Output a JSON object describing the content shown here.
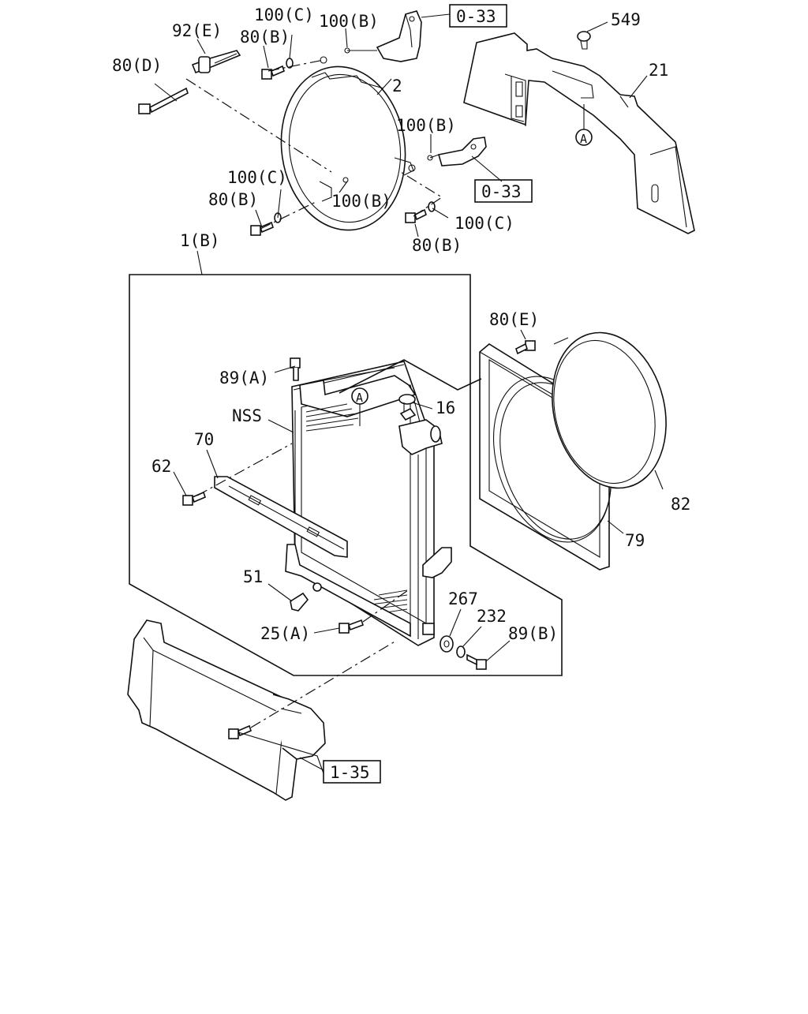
{
  "labels": {
    "p100c_top": "100(C)",
    "p92e": "92(E)",
    "p100b_top": "100(B)",
    "ref_033_top": "0-33",
    "p549": "549",
    "p80b_top": "80(B)",
    "p80d": "80(D)",
    "p2": "2",
    "p21": "21",
    "p100b_right": "100(B)",
    "callout_a_top": "A",
    "p100c_left": "100(C)",
    "ref_033_mid": "0-33",
    "p80b_left": "80(B)",
    "p100b_mid": "100(B)",
    "p100c_right": "100(C)",
    "p80b_bottom": "80(B)",
    "p1b": "1(B)",
    "p80e": "80(E)",
    "p89a": "89(A)",
    "callout_a_mid": "A",
    "p16": "16",
    "nss": "NSS",
    "p70": "70",
    "p62": "62",
    "p82": "82",
    "p79": "79",
    "p51": "51",
    "p267": "267",
    "p232": "232",
    "p89b": "89(B)",
    "p25a": "25(A)",
    "ref_135": "1-35"
  }
}
